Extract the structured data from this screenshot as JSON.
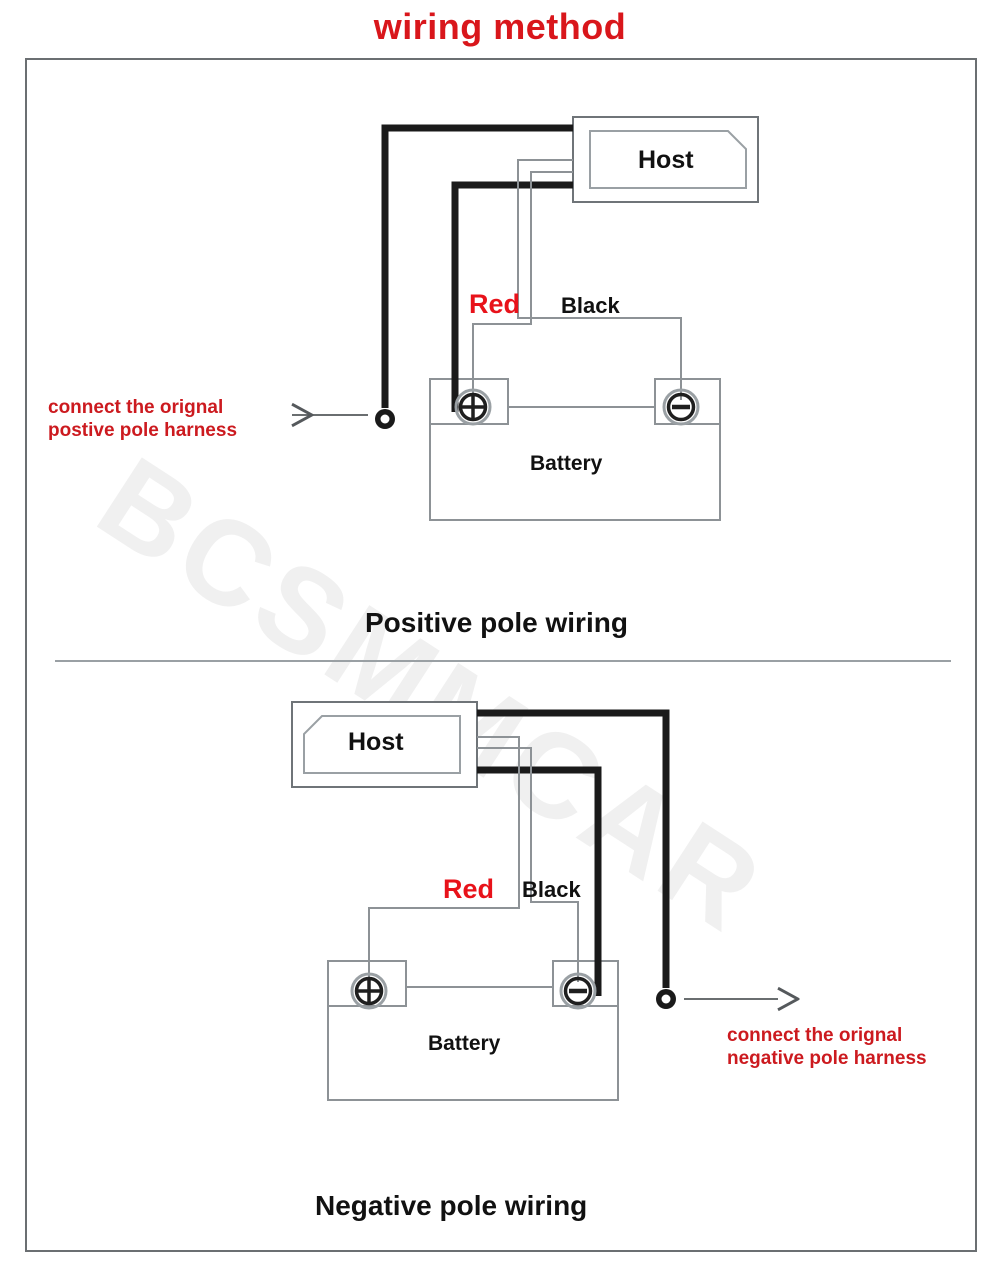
{
  "page": {
    "title": "wiring method",
    "title_color": "#d9161b",
    "watermark": "BCSMMCAR",
    "background": "#ffffff",
    "border_color": "#6b6f72"
  },
  "colors": {
    "red": "#e8121a",
    "note_red": "#cc1a1f",
    "black_wire": "#1a1a1a",
    "thin_wire": "#8d9296",
    "outline": "#8d9296"
  },
  "diagrams": [
    {
      "id": "positive",
      "caption": "Positive pole wiring",
      "host": {
        "label": "Host"
      },
      "battery": {
        "label": "Battery",
        "positive_terminal": "+",
        "negative_terminal": "−"
      },
      "wires": [
        {
          "name": "red-wire",
          "label": "Red",
          "color": "#e8121a",
          "connects_to": "positive"
        },
        {
          "name": "black-wire",
          "label": "Black",
          "color": "#111111",
          "connects_to": "negative"
        }
      ],
      "annotation": {
        "line1": "connect the orignal",
        "line2": "postive pole harness",
        "arrow": "left"
      }
    },
    {
      "id": "negative",
      "caption": "Negative pole wiring",
      "host": {
        "label": "Host"
      },
      "battery": {
        "label": "Battery",
        "positive_terminal": "+",
        "negative_terminal": "−"
      },
      "wires": [
        {
          "name": "red-wire",
          "label": "Red",
          "color": "#e8121a",
          "connects_to": "positive"
        },
        {
          "name": "black-wire",
          "label": "Black",
          "color": "#111111",
          "connects_to": "negative"
        }
      ],
      "annotation": {
        "line1": "connect the orignal",
        "line2": "negative pole harness",
        "arrow": "right"
      }
    }
  ]
}
